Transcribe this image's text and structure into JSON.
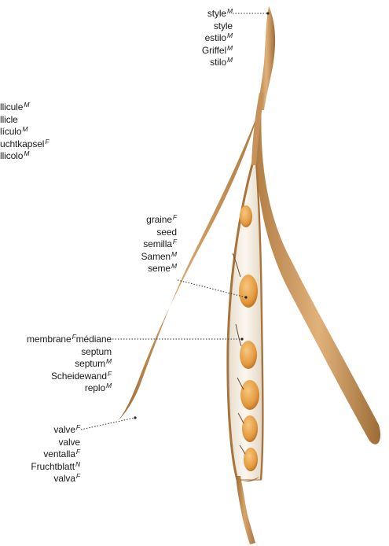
{
  "labels": {
    "style": [
      {
        "text": "style",
        "gender": "M"
      },
      {
        "text": "style",
        "gender": ""
      },
      {
        "text": "estilo",
        "gender": "M"
      },
      {
        "text": "Griffel",
        "gender": "M"
      },
      {
        "text": "stilo",
        "gender": "M"
      }
    ],
    "follicle": [
      {
        "text": "llicule",
        "gender": "M"
      },
      {
        "text": "llicle",
        "gender": ""
      },
      {
        "text": "lículo",
        "gender": "M"
      },
      {
        "text": "uchtkapsel",
        "gender": "F"
      },
      {
        "text": "llicolo",
        "gender": "M"
      }
    ],
    "seed": [
      {
        "text": "graine",
        "gender": "F"
      },
      {
        "text": "seed",
        "gender": ""
      },
      {
        "text": "semilla",
        "gender": "F"
      },
      {
        "text": "Samen",
        "gender": "M"
      },
      {
        "text": "seme",
        "gender": "M"
      }
    ],
    "septum": [
      {
        "text": "membrane",
        "gender": "F",
        "suffix": "médiane"
      },
      {
        "text": "septum",
        "gender": ""
      },
      {
        "text": "septum",
        "gender": "M"
      },
      {
        "text": "Scheidewand",
        "gender": "F"
      },
      {
        "text": "replo",
        "gender": "M"
      }
    ],
    "valve": [
      {
        "text": "valve",
        "gender": "F"
      },
      {
        "text": "valve",
        "gender": ""
      },
      {
        "text": "ventalla",
        "gender": "F"
      },
      {
        "text": "Fruchtblatt",
        "gender": "N"
      },
      {
        "text": "valva",
        "gender": "F"
      }
    ]
  },
  "colors": {
    "valve_light": "#d9a66a",
    "valve_dark": "#a8743d",
    "septum": "#f3ece0",
    "seed": "#e7a24a",
    "leader": "#333333"
  }
}
